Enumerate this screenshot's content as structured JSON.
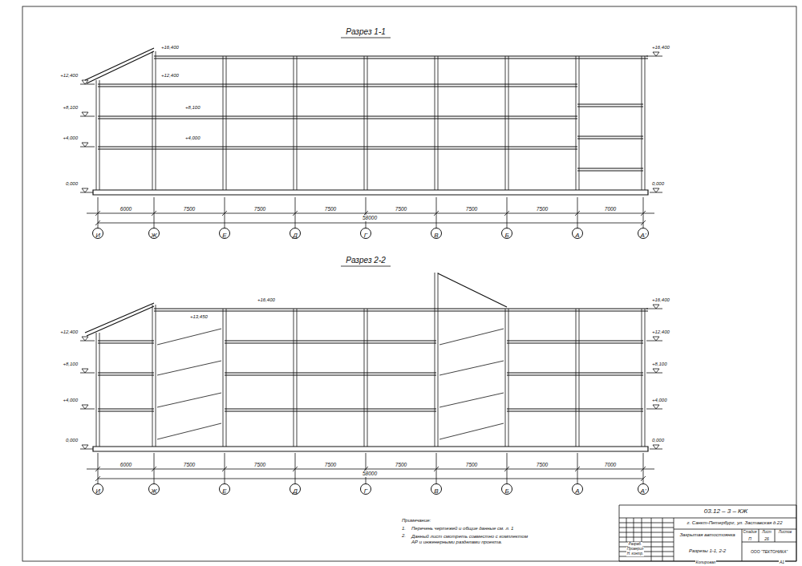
{
  "diagram": {
    "nodes": [
      {
        "text": [
          "И"
        ]
      },
      {
        "text": [
          "Ж"
        ]
      },
      {
        "text": [
          "Е"
        ]
      },
      {
        "text": [
          "Д"
        ]
      },
      {
        "text": [
          "Г"
        ]
      },
      {
        "text": [
          "В"
        ]
      },
      {
        "text": [
          "Б"
        ]
      },
      {
        "text": [
          "А"
        ]
      },
      {
        "text": [
          "А'"
        ]
      },
      {
        "text": [
          "И"
        ]
      },
      {
        "text": [
          "Ж"
        ]
      },
      {
        "text": [
          "Е"
        ]
      },
      {
        "text": [
          "Д"
        ]
      },
      {
        "text": [
          "Г"
        ]
      },
      {
        "text": [
          "В"
        ]
      },
      {
        "text": [
          "Б"
        ]
      },
      {
        "text": [
          "А"
        ]
      },
      {
        "text": [
          "А'"
        ]
      }
    ],
    "labels": [
      "Разрез 1-1",
      "Разрез 2-2",
      "+12,400",
      "+8,100",
      "+4,000",
      "0,000",
      "+16,400",
      "0,000",
      "+16,400",
      "+12,400",
      "+8,100",
      "+4,000",
      "6000",
      "7500",
      "7500",
      "7500",
      "7500",
      "7500",
      "7500",
      "7000",
      "58000",
      "+12,400",
      "+8,100",
      "+4,000",
      "0,000",
      "+16,400",
      "+12,400",
      "+8,100",
      "+4,000",
      "0,000",
      "+16,400",
      "+13,450",
      "6000",
      "7500",
      "7500",
      "7500",
      "7500",
      "7500",
      "7500",
      "7000",
      "58000",
      "Примечание:",
      "1.",
      "Перечень чертежей и общие данные см. л. 1",
      "2.",
      "Данный лист смотреть совместно с комплектом АР и инженерными разделами проекта.",
      "03.12 – 3 – КЖ",
      "г. Санкт-Петербург, ул. Заставская д.22",
      "Закрытая автостоянка",
      "Разрезы 1-1, 2-2",
      "Стадия",
      "Лист",
      "Листов",
      "П",
      "26",
      "ООО \"ТЕКТОНИКА\"",
      "Разраб.",
      "Проверил",
      "Н. контр.",
      "Копировал",
      "А1"
    ]
  }
}
